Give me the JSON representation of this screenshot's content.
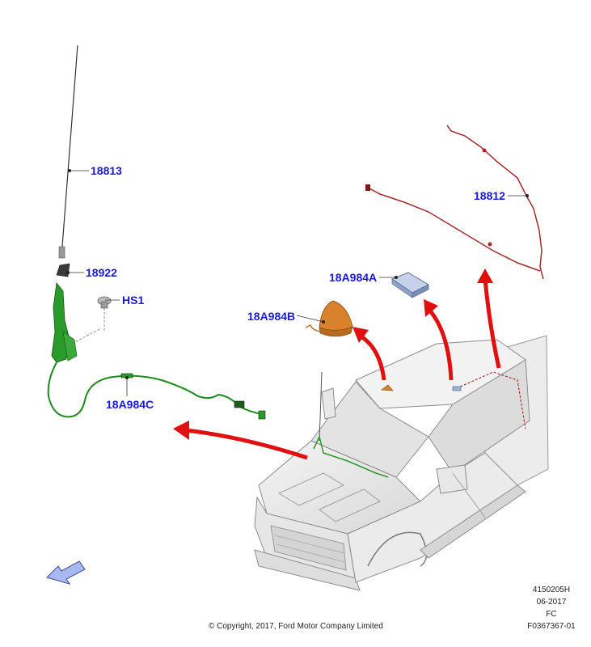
{
  "callouts": {
    "c18813": "18813",
    "c18922": "18922",
    "cHS1": "HS1",
    "c18A984C": "18A984C",
    "c18812": "18812",
    "c18A984A": "18A984A",
    "c18A984B": "18A984B"
  },
  "footer": {
    "copyright": "© Copyright, 2017, Ford Motor Company Limited",
    "doc_number": "4150205H",
    "date": "06-2017",
    "code": "FC",
    "figure_id": "F0367367-01"
  },
  "colors": {
    "callout_text": "#1a1ad6",
    "harness_green": "#1e8c1e",
    "harness_red": "#a52a2a",
    "arrow_red": "#e01010",
    "antenna_orange": "#d9822b",
    "module_blue": "#9fb2d6"
  },
  "icons": {
    "direction": "front-direction-arrow-icon"
  }
}
